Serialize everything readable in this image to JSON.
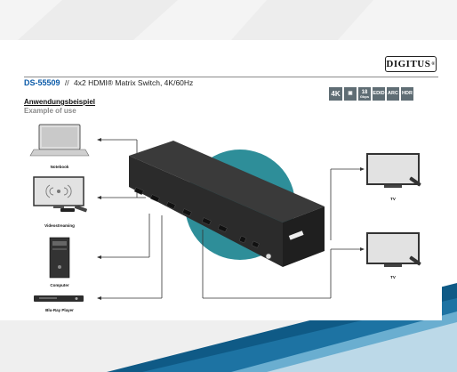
{
  "brand": {
    "logo_text": "DIGITUS",
    "logo_reg": "®"
  },
  "header": {
    "product_code": "DS-55509",
    "separator": "//",
    "product_title": "4x2 HDMI® Matrix Switch, 4K/60Hz"
  },
  "badges": [
    {
      "line1": "4K",
      "line2": ""
    },
    {
      "line1": "▣",
      "line2": ""
    },
    {
      "line1": "18",
      "line2": "Gbps"
    },
    {
      "line1": "EDID",
      "line2": ""
    },
    {
      "line1": "ARC",
      "line2": ""
    },
    {
      "line1": "HDR",
      "line2": ""
    }
  ],
  "section": {
    "title_de": "Anwendungsbeispiel",
    "title_en": "Example of use"
  },
  "devices": {
    "sources": [
      {
        "label": "Notebook",
        "icon": "notebook-icon"
      },
      {
        "label": "Videostreaming",
        "icon": "streaming-tv-icon"
      },
      {
        "label": "Computer",
        "icon": "computer-tower-icon"
      },
      {
        "label": "Blu-Ray Player",
        "icon": "bluray-player-icon"
      }
    ],
    "outputs": [
      {
        "label": "TV",
        "icon": "tv-icon"
      },
      {
        "label": "TV",
        "icon": "tv-icon"
      }
    ]
  },
  "colors": {
    "accent_blue": "#0a5aa8",
    "teal_circle": "#2e8e99",
    "device_dark": "#2b2b2b",
    "badge_grey": "#5f6d74"
  }
}
